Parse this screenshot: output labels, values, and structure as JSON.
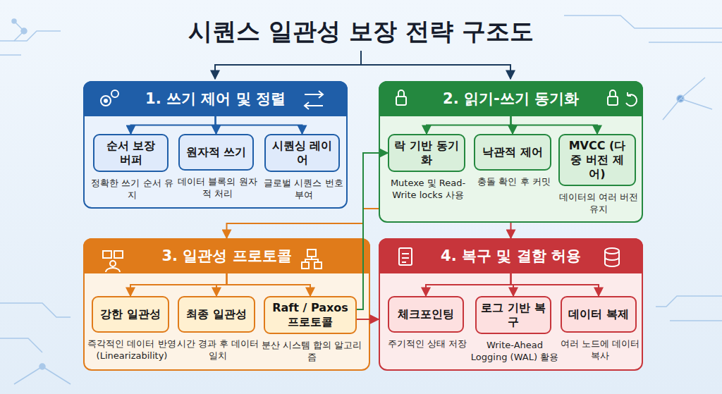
{
  "diagram": {
    "title": "시퀀스 일관성 보장 전략 구조도",
    "nodes": [
      {
        "text": [
          "1. 쓰기 제어 및 정렬"
        ]
      },
      {
        "text": [
          "순서 보장 버퍼",
          "정확한 쓰기 순서 유지"
        ],
        "in": 0
      },
      {
        "text": [
          "원자적 쓰기",
          "데이터 블록의 원자적 처리"
        ],
        "in": 0
      },
      {
        "text": [
          "시퀀싱 레이어",
          "글로벌 시퀀스 번호 부여"
        ],
        "in": 0
      },
      {
        "text": [
          "2. 읽기-쓰기 동기화"
        ]
      },
      {
        "text": [
          "락 기반 동기화",
          "Mutexe 및 Read-Write locks 사용"
        ],
        "in": 4
      },
      {
        "text": [
          "낙관적 제어",
          "충돌 확인 후 커밋"
        ],
        "in": 4
      },
      {
        "text": [
          "MVCC (다중 버전 제어)",
          "데이터의 여러 버전 유지"
        ],
        "in": 4
      },
      {
        "text": [
          "3. 일관성 프로토콜"
        ]
      },
      {
        "text": [
          "강한 일관성",
          "즉각적인 데이터 반영 (Linearizability)"
        ],
        "in": 8
      },
      {
        "text": [
          "최종 일관성",
          "시간 경과 후 데이터 일치"
        ],
        "in": 8
      },
      {
        "text": [
          "Raft / Paxos 프로토콜",
          "분산 시스템 합의 알고리즘"
        ],
        "in": 8
      },
      {
        "text": [
          "4. 복구 및 결함 허용"
        ]
      },
      {
        "text": [
          "체크포인팅",
          "주기적인 상태 저장"
        ],
        "in": 12
      },
      {
        "text": [
          "로그 기반 복구",
          "Write-Ahead Logging (WAL) 활용"
        ],
        "in": 12
      },
      {
        "text": [
          "데이터 복제",
          "여러 노드에 데이터 복사"
        ],
        "in": 12
      }
    ],
    "edges": [
      {
        "from": 0,
        "to": 1,
        "arrow": "to"
      },
      {
        "from": 0,
        "to": 2,
        "arrow": "to"
      },
      {
        "from": 0,
        "to": 3,
        "arrow": "to"
      },
      {
        "from": 4,
        "to": 5,
        "arrow": "to"
      },
      {
        "from": 4,
        "to": 6,
        "arrow": "to"
      },
      {
        "from": 4,
        "to": 7,
        "arrow": "to"
      },
      {
        "from": 8,
        "to": 9,
        "arrow": "to"
      },
      {
        "from": 8,
        "to": 10,
        "arrow": "to"
      },
      {
        "from": 8,
        "to": 11,
        "arrow": "to"
      },
      {
        "from": 12,
        "to": 13,
        "arrow": "to"
      },
      {
        "from": 12,
        "to": 14,
        "arrow": "to"
      },
      {
        "from": 12,
        "to": 15,
        "arrow": "to"
      },
      {
        "from": 4,
        "to": 8,
        "arrow": "to"
      },
      {
        "from": 11,
        "to": 5,
        "arrow": "to"
      },
      {
        "from": 11,
        "to": 12,
        "arrow": "to"
      },
      {
        "from": 4,
        "to": 12,
        "arrow": "to"
      }
    ]
  }
}
